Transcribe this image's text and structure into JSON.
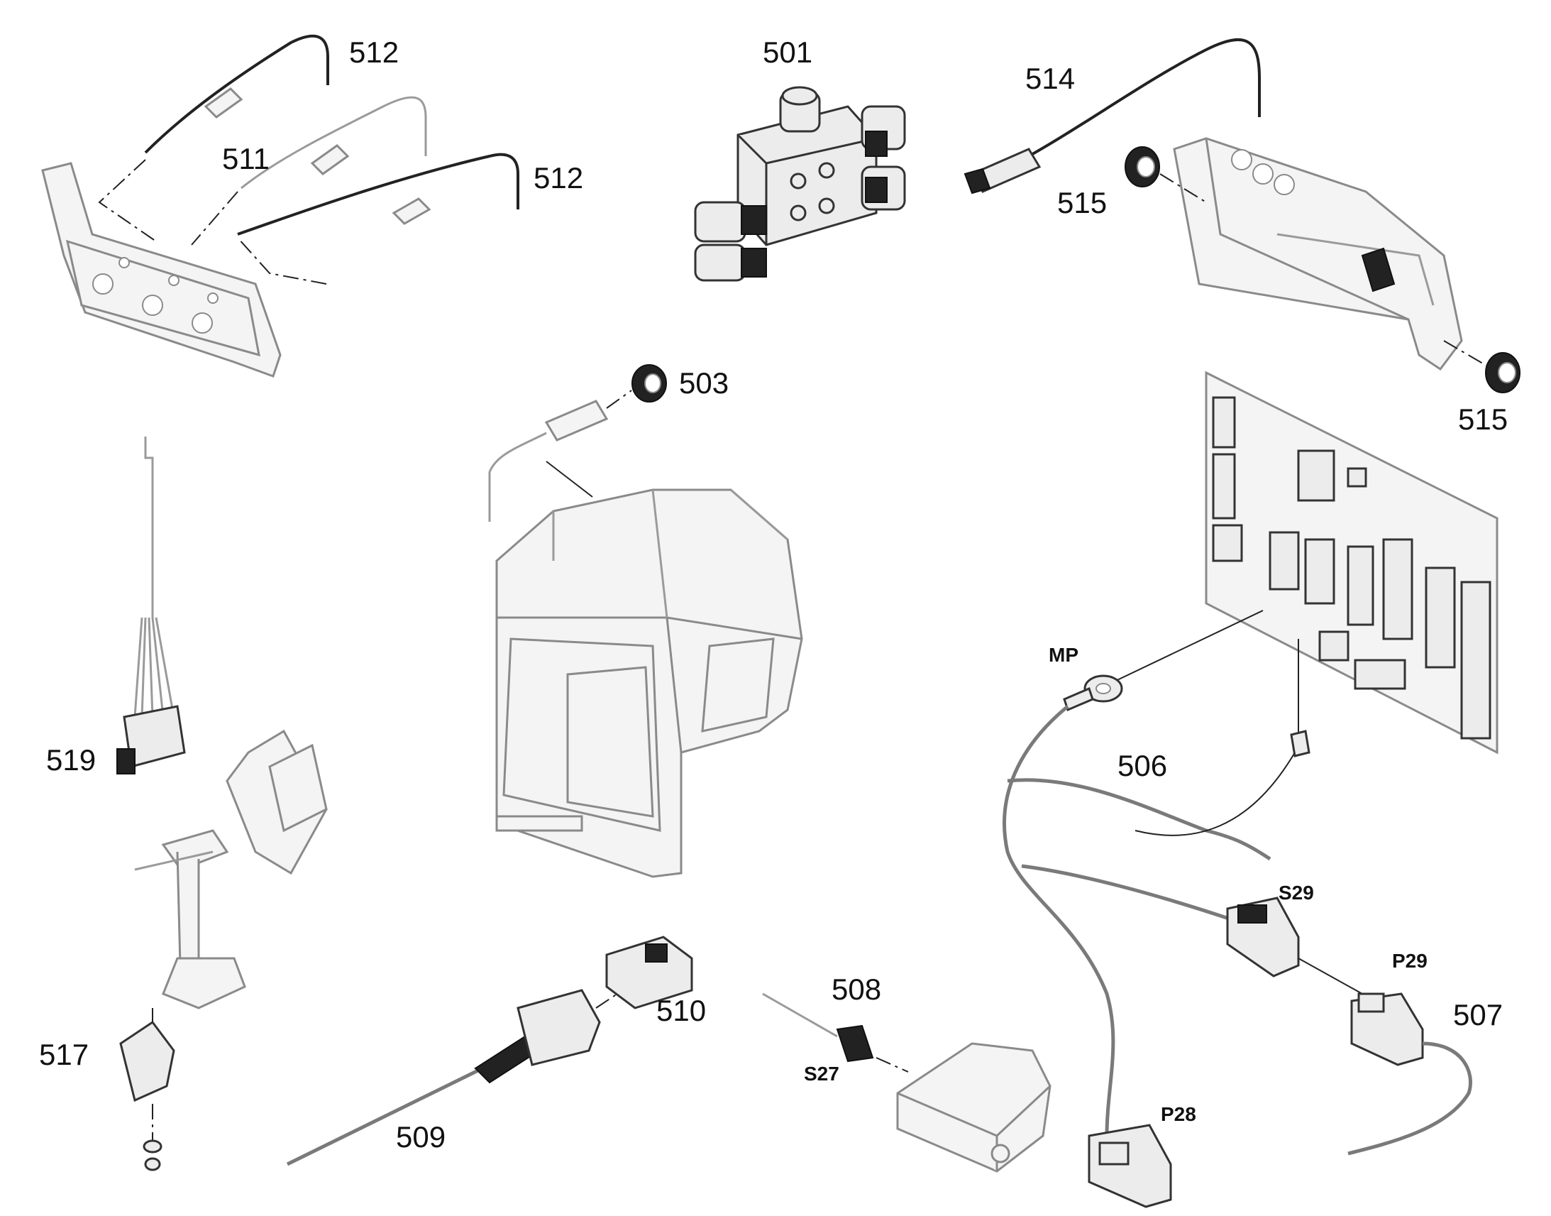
{
  "labels": {
    "p501": "501",
    "p503": "503",
    "p506": "506",
    "p507": "507",
    "p508": "508",
    "p509": "509",
    "p510": "510",
    "p511": "511",
    "p512_top": "512",
    "p512_mid": "512",
    "p514": "514",
    "p515_left": "515",
    "p515_right": "515",
    "p517": "517",
    "p519": "519"
  },
  "connector_labels": {
    "mp": "MP",
    "s27": "S27",
    "s29": "S29",
    "p28": "P28",
    "p29": "P29"
  },
  "colors": {
    "background": "#ffffff",
    "line": "#222222",
    "faded_line": "#8a8a8a"
  }
}
